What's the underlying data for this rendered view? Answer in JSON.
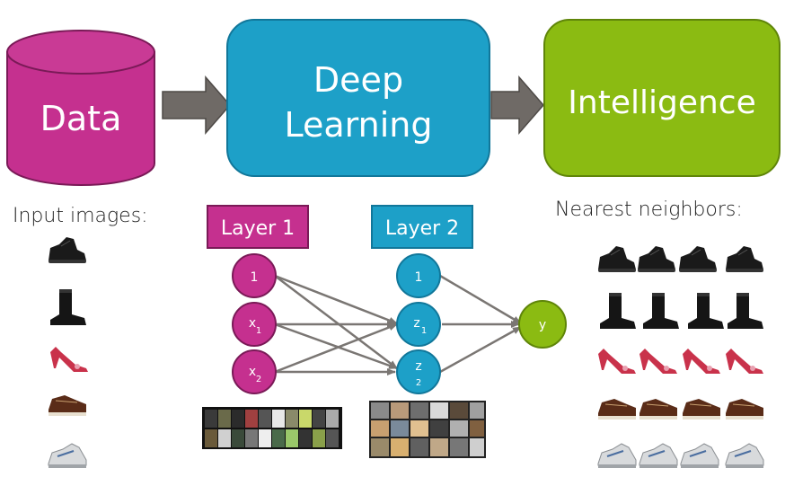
{
  "pipeline": {
    "data_label": "Data",
    "deep_learning_line1": "Deep",
    "deep_learning_line2": "Learning",
    "intelligence_label": "Intelligence"
  },
  "captions": {
    "input_images": "Input images:",
    "nearest_neighbors": "Nearest neighbors:"
  },
  "layers": {
    "layer1_label": "Layer 1",
    "layer2_label": "Layer 2"
  },
  "network": {
    "layer1_nodes": [
      {
        "main": "1",
        "sub": ""
      },
      {
        "main": "x",
        "sub": "1"
      },
      {
        "main": "x",
        "sub": "2"
      }
    ],
    "layer2_nodes": [
      {
        "main": "1",
        "sub": ""
      },
      {
        "main": "z",
        "sub": "1"
      },
      {
        "main": "z",
        "sub": "2"
      }
    ],
    "output_node": "y"
  },
  "colors": {
    "data_magenta": "#c5308f",
    "deep_learning_blue": "#1da0c8",
    "intelligence_green": "#8bbb12",
    "arrow_gray": "#6f6a66"
  },
  "input_shoe_types": [
    "sneaker",
    "boot",
    "heel",
    "boat-shoe",
    "running-shoe"
  ],
  "neighbor_shoe_types": [
    "sneaker",
    "boot",
    "heel",
    "boat-shoe",
    "running-shoe"
  ]
}
